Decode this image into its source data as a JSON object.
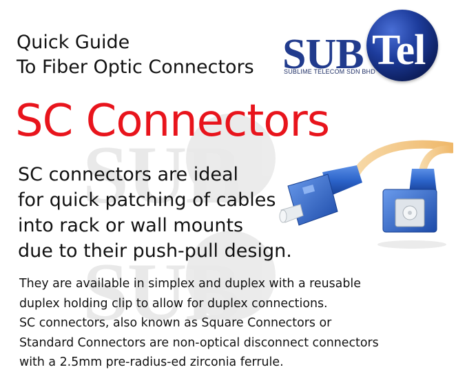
{
  "header": {
    "line1": "Quick Guide",
    "line2": "To Fiber Optic Connectors"
  },
  "logo": {
    "left_text": "SUB",
    "right_text": "Tel",
    "tagline": "SUBLIME TELECOM SDN BHD"
  },
  "title": "SC Connectors",
  "lead": [
    "SC connectors are ideal",
    "for quick patching of cables",
    "into rack or wall mounts",
    "due to their push-pull design."
  ],
  "body": [
    "They  are available in simplex and duplex with a reusable",
    "duplex holding clip to allow for duplex connections.",
    "SC connectors, also known as Square Connectors or",
    "Standard Connectors are non-optical  disconnect connectors",
    "with a 2.5mm pre-radius-ed zirconia ferrule."
  ],
  "colors": {
    "title": "#e8141c",
    "logo_blue": "#213b8d",
    "connector_blue": "#2b63c9",
    "cable": "#f4c98a"
  },
  "image": {
    "icon": "sc-fiber-connector-photo"
  }
}
